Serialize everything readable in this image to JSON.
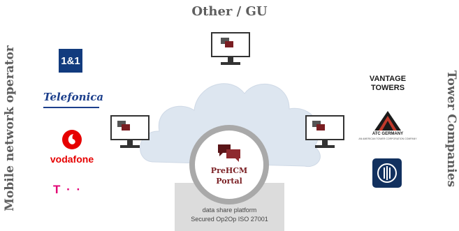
{
  "headings": {
    "top": "Other / GU",
    "left": "Mobile network operator",
    "right": "Tower Companies"
  },
  "portal": {
    "line1": "PreHCM",
    "line2": "Portal"
  },
  "platform": {
    "line1": "data share platform",
    "line2": "Secured Op2Op ISO 27001"
  },
  "logos_left": {
    "one_and_one": "1&1",
    "telefonica": "Telefonica",
    "vodafone": "vodafone",
    "telekom": "T · ·"
  },
  "logos_right": {
    "vantage_line1": "VANTAGE",
    "vantage_line2": "TOWERS",
    "atc": "ATC GERMANY",
    "atc_sub": "AN AMERICAN TOWER CORPORATION COMPANY"
  },
  "colors": {
    "accent": "#7a1e22",
    "cloud": "#dde6f0",
    "heading": "#5e5e5e"
  },
  "icons": [
    "monitor-icon",
    "chat-bubbles-icon",
    "cloud-shape"
  ]
}
